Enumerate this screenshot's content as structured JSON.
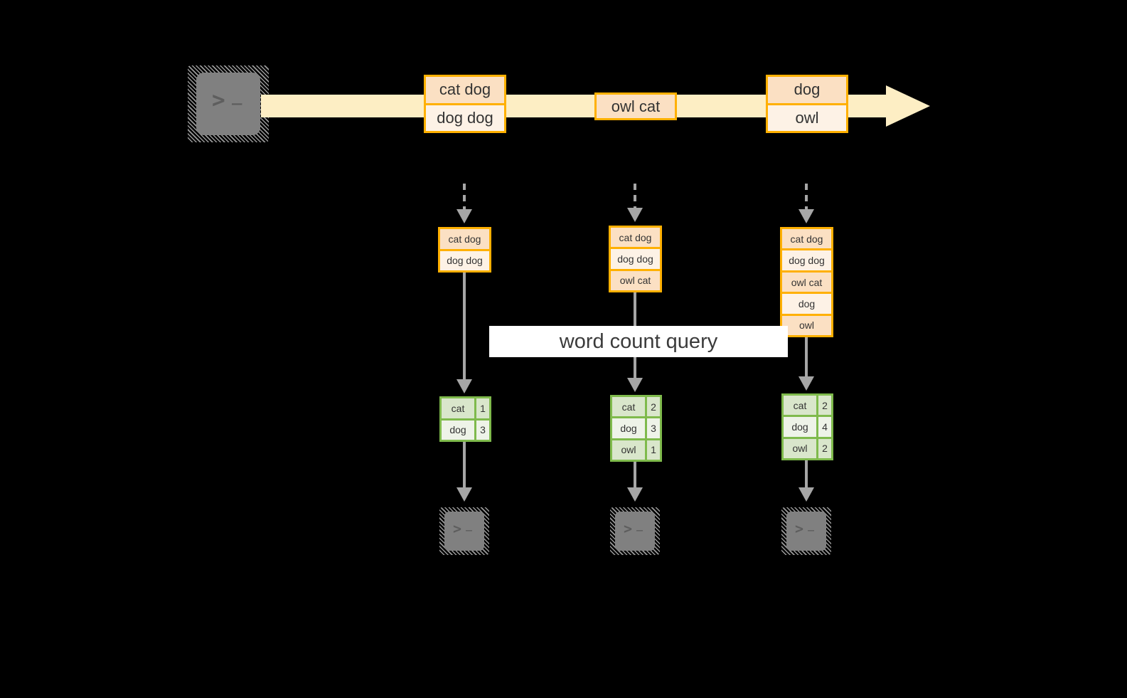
{
  "diagram": {
    "title": "word count streaming query",
    "colors": {
      "background": "#000000",
      "stream_fill": "#fdeec4",
      "event_border": "#ffb000",
      "event_fill_dark": "#fbe0c3",
      "event_fill_light": "#fdf2e6",
      "result_border": "#7fba4c",
      "result_fill_dark": "#d9e6cb",
      "result_fill_light": "#eef3e8",
      "arrow_gray": "#a6a6a6",
      "terminal_gray": "#808080",
      "band_fill": "#ffffff",
      "text": "#333333"
    }
  },
  "source": {
    "icon": "terminal-icon",
    "glyph_prompt": ">",
    "glyph_cursor": "_"
  },
  "stream": {
    "icon": "right-arrow-icon",
    "events": [
      {
        "name": "stream-event-1",
        "lines": [
          {
            "text": "cat dog",
            "shade": "dark"
          },
          {
            "text": "dog dog",
            "shade": "light"
          }
        ]
      },
      {
        "name": "stream-event-2",
        "lines": [
          {
            "text": "owl cat",
            "shade": "dark"
          }
        ]
      },
      {
        "name": "stream-event-3",
        "lines": [
          {
            "text": "dog",
            "shade": "dark"
          },
          {
            "text": "owl",
            "shade": "light"
          }
        ]
      }
    ]
  },
  "query": {
    "label": "word count query"
  },
  "triggers": [
    {
      "name": "trigger-1",
      "input": {
        "name": "input-table-1",
        "rows": [
          {
            "text": "cat dog",
            "shade": "dark"
          },
          {
            "text": "dog dog",
            "shade": "light"
          }
        ]
      },
      "output": {
        "name": "result-table-1",
        "rows": [
          {
            "key": "cat",
            "value": "1",
            "shade": "dark"
          },
          {
            "key": "dog",
            "value": "3",
            "shade": "light"
          }
        ]
      },
      "sink": {
        "icon": "terminal-icon",
        "glyph_prompt": ">",
        "glyph_cursor": "_"
      }
    },
    {
      "name": "trigger-2",
      "input": {
        "name": "input-table-2",
        "rows": [
          {
            "text": "cat dog",
            "shade": "dark"
          },
          {
            "text": "dog dog",
            "shade": "light"
          },
          {
            "text": "owl cat",
            "shade": "dark"
          }
        ]
      },
      "output": {
        "name": "result-table-2",
        "rows": [
          {
            "key": "cat",
            "value": "2",
            "shade": "dark"
          },
          {
            "key": "dog",
            "value": "3",
            "shade": "light"
          },
          {
            "key": "owl",
            "value": "1",
            "shade": "dark"
          }
        ]
      },
      "sink": {
        "icon": "terminal-icon",
        "glyph_prompt": ">",
        "glyph_cursor": "_"
      }
    },
    {
      "name": "trigger-3",
      "input": {
        "name": "input-table-3",
        "rows": [
          {
            "text": "cat dog",
            "shade": "dark"
          },
          {
            "text": "dog dog",
            "shade": "light"
          },
          {
            "text": "owl cat",
            "shade": "dark"
          },
          {
            "text": "dog",
            "shade": "light"
          },
          {
            "text": "owl",
            "shade": "dark"
          }
        ]
      },
      "output": {
        "name": "result-table-3",
        "rows": [
          {
            "key": "cat",
            "value": "2",
            "shade": "dark"
          },
          {
            "key": "dog",
            "value": "4",
            "shade": "light"
          },
          {
            "key": "owl",
            "value": "2",
            "shade": "dark"
          }
        ]
      },
      "sink": {
        "icon": "terminal-icon",
        "glyph_prompt": ">",
        "glyph_cursor": "_"
      }
    }
  ]
}
